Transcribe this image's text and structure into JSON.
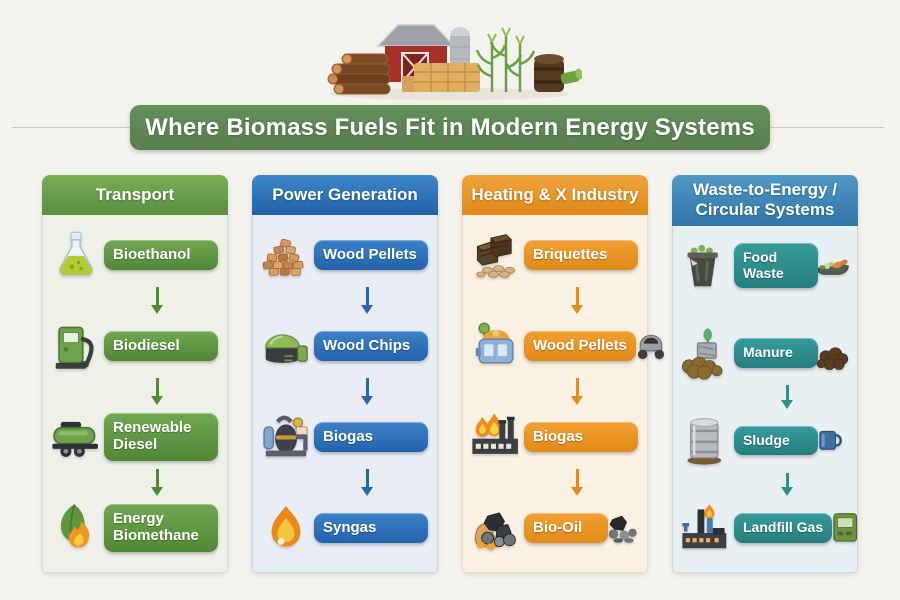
{
  "title_banner": "Where Biomass Fuels Fit in Modern Energy Systems",
  "hero": {
    "label": "farm biomass illustration: logs, barn, silo, hay bale, corn stalks, barrel"
  },
  "colors": {
    "background": "#f4f2ec",
    "banner_green": "#5d8a54",
    "transport_green": "#5f9138",
    "power_blue": "#2567ae",
    "heating_orange": "#e59019",
    "waste_header_blue": "#3e84b5",
    "waste_teal": "#2e8f8f"
  },
  "columns": [
    {
      "header": "Transport",
      "items": [
        {
          "label": "Bioethanol",
          "icon": "flask-icon"
        },
        {
          "label": "Biodiesel",
          "icon": "fuel-pump-icon"
        },
        {
          "label": "Renewable Diesel",
          "icon": "tanker-truck-icon"
        },
        {
          "label": "Energy Biomethane",
          "icon": "leaf-flame-icon"
        }
      ]
    },
    {
      "header": "Power Generation",
      "items": [
        {
          "label": "Wood Pellets",
          "icon": "wood-pellets-icon"
        },
        {
          "label": "Wood Chips",
          "icon": "biogas-dome-icon"
        },
        {
          "label": "Biogas",
          "icon": "processing-plant-icon"
        },
        {
          "label": "Syngas",
          "icon": "flame-icon"
        }
      ]
    },
    {
      "header": "Heating & X Industry",
      "items": [
        {
          "label": "Briquettes",
          "icon": "briquettes-icon"
        },
        {
          "label": "Wood Pellets",
          "icon": "pellet-stove-icon"
        },
        {
          "label": "Biogas",
          "icon": "factory-fire-icon"
        },
        {
          "label": "Bio-Oil",
          "icon": "coal-sack-icon"
        }
      ]
    },
    {
      "header": "Waste-to-Energy / Circular Systems",
      "items": [
        {
          "label": "Food Waste",
          "icon": "waste-bin-icon"
        },
        {
          "label": "Manure",
          "icon": "manure-icon"
        },
        {
          "label": "Sludge",
          "icon": "sludge-drum-icon"
        },
        {
          "label": "Landfill Gas",
          "icon": "gas-plant-icon"
        }
      ]
    }
  ]
}
